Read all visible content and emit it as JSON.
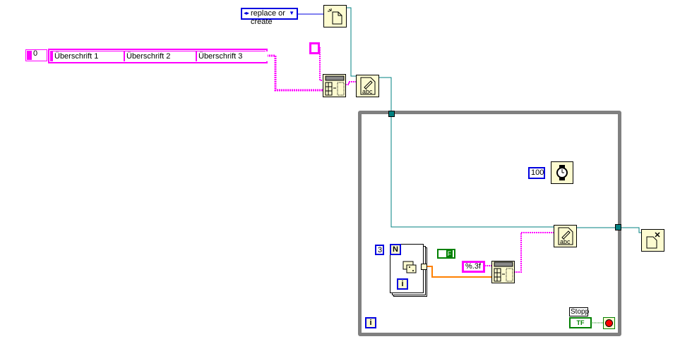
{
  "open_mode": {
    "value": "replace or create"
  },
  "header_array": {
    "index": "0",
    "items": [
      "Überschrift 1",
      "Überschrift 2",
      "Überschrift 3"
    ]
  },
  "format": {
    "value": "%.3f"
  },
  "wait": {
    "value": "100"
  },
  "for_loop": {
    "count": "3",
    "n_label": "N",
    "i_label": "i"
  },
  "while_loop": {
    "i_label": "i"
  },
  "bool_const": {
    "value": "F"
  },
  "stop": {
    "label": "Stopp",
    "control_text": "TF"
  },
  "nodes": {
    "write_label": "abc"
  },
  "colors": {
    "string_wire": "#ff00ff",
    "refnum_wire": "#008080",
    "enum_wire": "#0000e0",
    "number_wire": "#ff8000",
    "bool_wire": "#008000",
    "loop": "#808080"
  }
}
